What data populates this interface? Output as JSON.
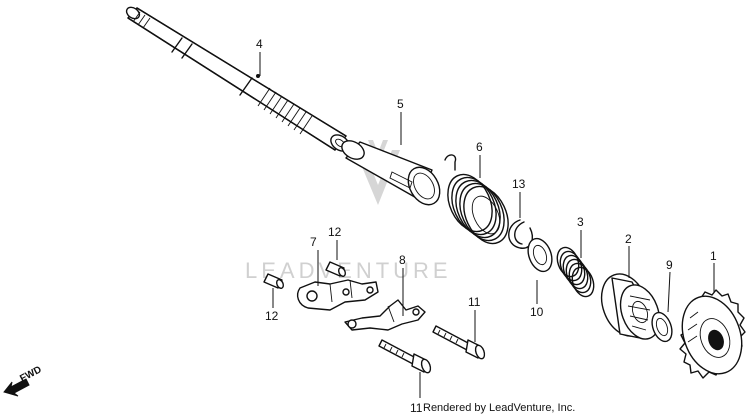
{
  "watermark": {
    "brand": "LEADVENTURE"
  },
  "fwd": {
    "label": "FWD"
  },
  "callouts": {
    "c1": "1",
    "c2": "2",
    "c3": "3",
    "c4": "4",
    "c5": "5",
    "c6": "6",
    "c7": "7",
    "c8": "8",
    "c9": "9",
    "c10": "10",
    "c11a": "11",
    "c11b": "11",
    "c12a": "12",
    "c12b": "12",
    "c13": "13"
  },
  "footer": {
    "text": "Rendered by LeadVenture, Inc."
  }
}
